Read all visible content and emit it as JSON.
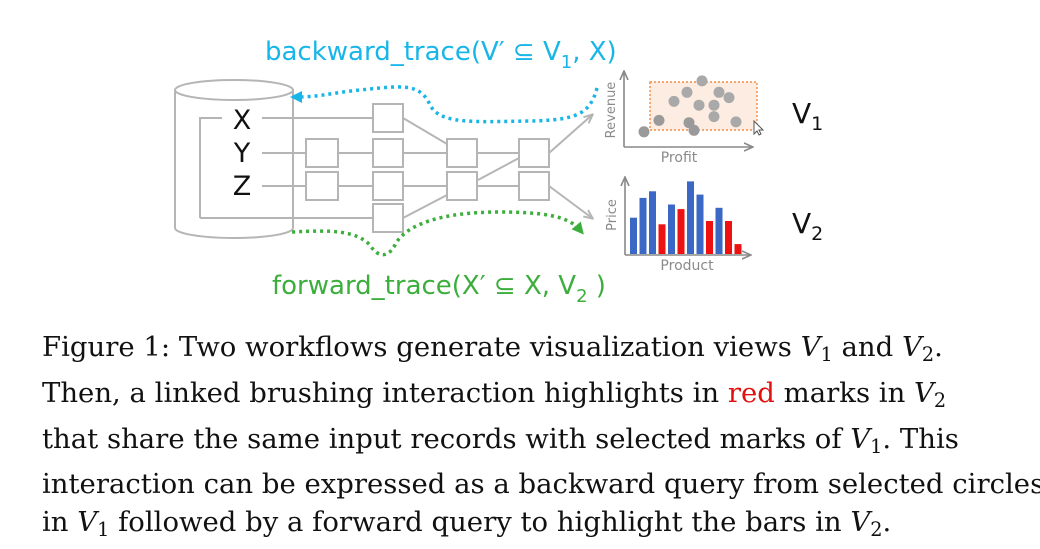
{
  "backward_label": {
    "pre": "backward_trace(V′ ⊆ V",
    "sub": "1",
    "post": ", X)",
    "color": "#18b6e8"
  },
  "forward_label": {
    "pre": "forward_trace(X′ ⊆ X, V",
    "sub": "2",
    "post": " )",
    "color": "#3cae3c"
  },
  "inputs": [
    "X",
    "Y",
    "Z"
  ],
  "view1": {
    "name": "V",
    "sub": "1",
    "xlabel": "Profit",
    "ylabel": "Revenue"
  },
  "view2": {
    "name": "V",
    "sub": "2",
    "xlabel": "Product",
    "ylabel": "Price"
  },
  "colors": {
    "gray": "#b5b5b5",
    "blue": "#3a68c4",
    "red": "#ee1111",
    "selection": "#f08c40"
  },
  "chart_data": [
    {
      "type": "scatter",
      "xlabel": "Profit",
      "ylabel": "Revenue",
      "points": [
        {
          "x": 2,
          "y": 2,
          "selected": false
        },
        {
          "x": 3.5,
          "y": 3.5,
          "selected": false
        },
        {
          "x": 7,
          "y": 2.2,
          "selected": false
        },
        {
          "x": 6.5,
          "y": 3.2,
          "selected": false
        },
        {
          "x": 5,
          "y": 6,
          "selected": true
        },
        {
          "x": 6.3,
          "y": 7.2,
          "selected": true
        },
        {
          "x": 7.8,
          "y": 8.7,
          "selected": true
        },
        {
          "x": 9.5,
          "y": 7.2,
          "selected": true
        },
        {
          "x": 7.5,
          "y": 5.5,
          "selected": true
        },
        {
          "x": 9,
          "y": 5.5,
          "selected": true
        },
        {
          "x": 10.5,
          "y": 6.5,
          "selected": true
        },
        {
          "x": 9,
          "y": 4,
          "selected": true
        },
        {
          "x": 11.2,
          "y": 3.3,
          "selected": true
        }
      ]
    },
    {
      "type": "bar",
      "xlabel": "Product",
      "ylabel": "Price",
      "values": [
        5.5,
        8.5,
        9.5,
        4.5,
        7.5,
        6.8,
        11,
        9,
        5,
        7,
        5,
        1.5
      ],
      "highlighted": [
        false,
        false,
        false,
        true,
        false,
        true,
        false,
        false,
        true,
        false,
        true,
        true
      ]
    }
  ]
}
